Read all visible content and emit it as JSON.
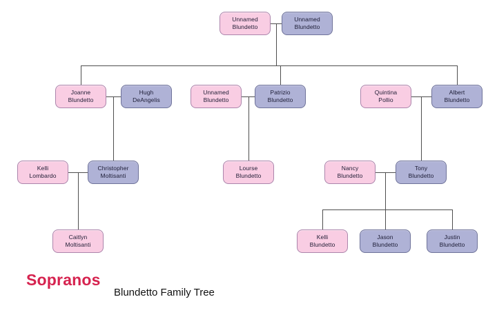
{
  "title": {
    "brand": "Sopranos",
    "subtitle": "Blundetto Family Tree",
    "brand_color": "#d6234f"
  },
  "colors": {
    "female_fill": "#f9cde3",
    "female_border": "#ab84ab",
    "male_fill": "#afb2d6",
    "male_border": "#6e7299",
    "connector_line": "#4d4d4d"
  },
  "nodes": [
    {
      "id": "grandmother-blundetto",
      "line1": "Unnamed",
      "line2": "Blundetto",
      "variant": "female"
    },
    {
      "id": "grandfather-blundetto",
      "line1": "Unnamed",
      "line2": "Blundetto",
      "variant": "male"
    },
    {
      "id": "joanne-blundetto",
      "line1": "Joanne",
      "line2": "Blundetto",
      "variant": "female"
    },
    {
      "id": "hugh-deangelis",
      "line1": "Hugh",
      "line2": "DeAngelis",
      "variant": "male"
    },
    {
      "id": "unnamed-blundetto",
      "line1": "Unnamed",
      "line2": "Blundetto",
      "variant": "female"
    },
    {
      "id": "patrizio-blundetto",
      "line1": "Patrizio",
      "line2": "Blundetto",
      "variant": "male"
    },
    {
      "id": "quintina-pollio",
      "line1": "Quintina",
      "line2": "Pollio",
      "variant": "female"
    },
    {
      "id": "albert-blundetto",
      "line1": "Albert",
      "line2": "Blundetto",
      "variant": "male"
    },
    {
      "id": "kelli-lombardo",
      "line1": "Kelli",
      "line2": "Lombardo",
      "variant": "female"
    },
    {
      "id": "christopher-moltisanti",
      "line1": "Christopher",
      "line2": "Moltisanti",
      "variant": "male"
    },
    {
      "id": "lourse-blundetto",
      "line1": "Lourse",
      "line2": "Blundetto",
      "variant": "female"
    },
    {
      "id": "nancy-blundetto",
      "line1": "Nancy",
      "line2": "Blundetto",
      "variant": "female"
    },
    {
      "id": "tony-blundetto",
      "line1": "Tony",
      "line2": "Blundetto",
      "variant": "male"
    },
    {
      "id": "caitlyn-moltisanti",
      "line1": "Caitlyn",
      "line2": "Moltisanti",
      "variant": "female"
    },
    {
      "id": "kelli-blundetto",
      "line1": "Kelli",
      "line2": "Blundetto",
      "variant": "female"
    },
    {
      "id": "jason-blundetto",
      "line1": "Jason",
      "line2": "Blundetto",
      "variant": "male"
    },
    {
      "id": "justin-blundetto",
      "line1": "Justin",
      "line2": "Blundetto",
      "variant": "male"
    }
  ],
  "relationships": [
    {
      "couple": [
        "grandmother-blundetto",
        "grandfather-blundetto"
      ],
      "children": [
        "joanne-blundetto",
        "patrizio-blundetto",
        "albert-blundetto"
      ]
    },
    {
      "couple": [
        "joanne-blundetto",
        "hugh-deangelis"
      ],
      "children": [
        "christopher-moltisanti"
      ]
    },
    {
      "couple": [
        "unnamed-blundetto",
        "patrizio-blundetto"
      ],
      "children": [
        "lourse-blundetto"
      ]
    },
    {
      "couple": [
        "quintina-pollio",
        "albert-blundetto"
      ],
      "children": [
        "tony-blundetto"
      ]
    },
    {
      "couple": [
        "kelli-lombardo",
        "christopher-moltisanti"
      ],
      "children": [
        "caitlyn-moltisanti"
      ]
    },
    {
      "couple": [
        "nancy-blundetto",
        "tony-blundetto"
      ],
      "children": [
        "kelli-blundetto",
        "jason-blundetto",
        "justin-blundetto"
      ]
    }
  ]
}
